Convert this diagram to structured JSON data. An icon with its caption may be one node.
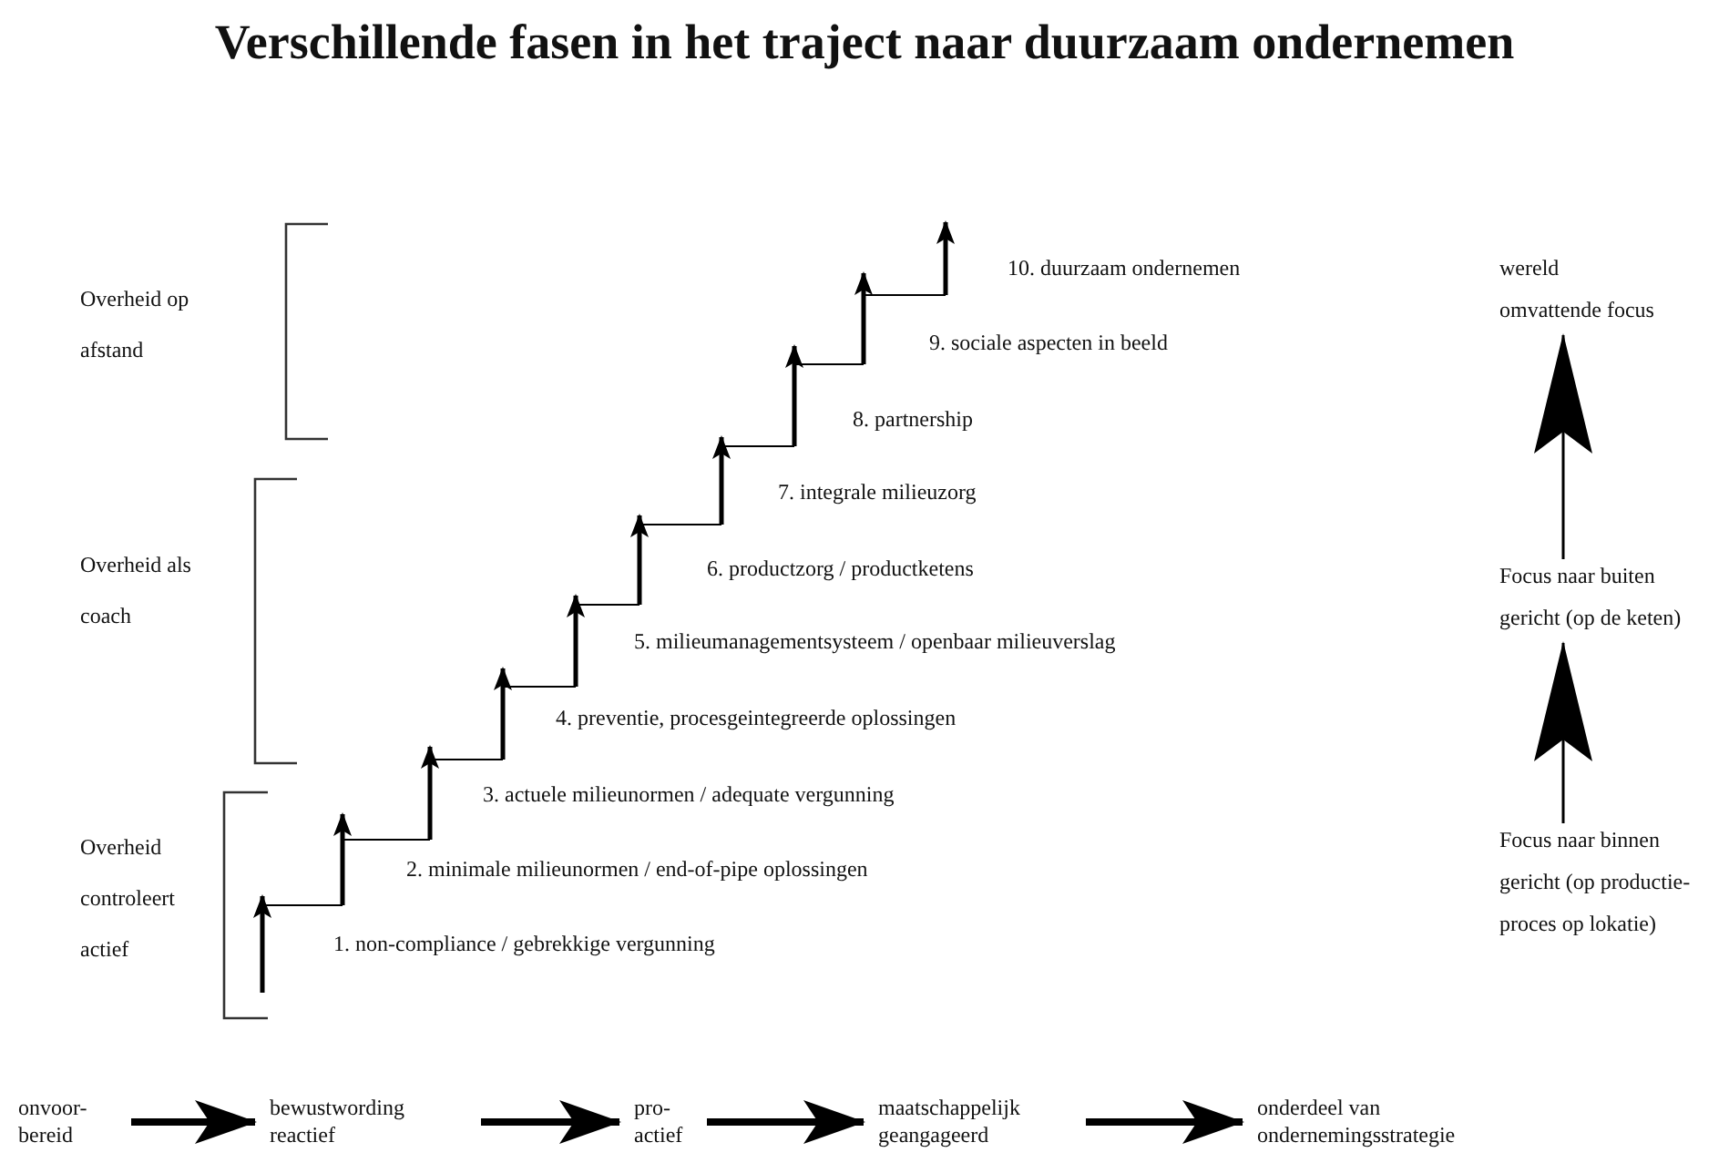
{
  "diagram": {
    "title": "Verschillende fasen in het traject naar duurzaam ondernemen",
    "nodes": [
      {
        "text": [
          "onvoor- bereid"
        ]
      },
      {
        "text": [
          "bewustwording reactief"
        ]
      },
      {
        "text": [
          "pro- actief"
        ]
      },
      {
        "text": [
          "maatschappelijk geangageerd"
        ]
      },
      {
        "text": [
          "onderdeel van ondernemingsstrategie"
        ]
      },
      {
        "text": [
          "wereld omvattende focus"
        ]
      },
      {
        "text": [
          "Focus naar buiten gericht (op de keten)"
        ]
      },
      {
        "text": [
          "Focus naar binnen gericht (op productie- proces op lokatie)"
        ]
      }
    ],
    "edges": [
      {
        "from": 0,
        "to": 1,
        "arrow": "to"
      },
      {
        "from": 1,
        "to": 2,
        "arrow": "to"
      },
      {
        "from": 2,
        "to": 3,
        "arrow": "to"
      },
      {
        "from": 3,
        "to": 4,
        "arrow": "to"
      },
      {
        "from": 7,
        "to": 6,
        "arrow": "to"
      },
      {
        "from": 6,
        "to": 5,
        "arrow": "to"
      }
    ],
    "labels": [
      "10. duurzaam ondernemen",
      "Overheid op afstand",
      "9. sociale aspecten in beeld",
      "8. partnership",
      "7. integrale milieuzorg",
      "6. productzorg / productketens",
      "Overheid als coach",
      "5. milieumanagementsysteem / openbaar milieuverslag",
      "4. preventie, procesgeintegreerde oplossingen",
      "3. actuele milieunormen / adequate vergunning",
      "2. minimale milieunormen / end-of-pipe oplossingen",
      "Overheid controleert actief",
      "1. non-compliance / gebrekkige vergunning"
    ]
  }
}
